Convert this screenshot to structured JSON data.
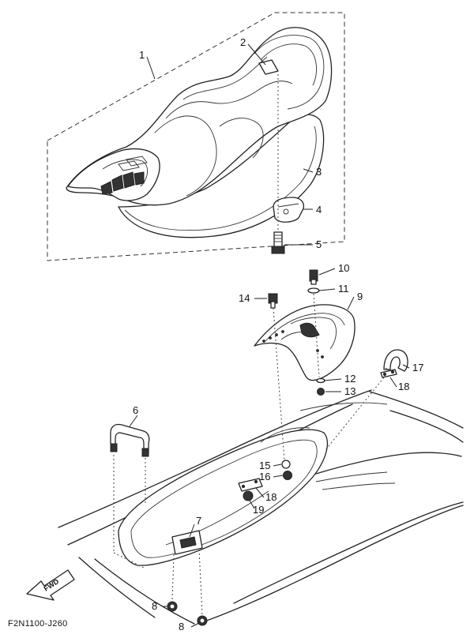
{
  "diagram": {
    "callouts": [
      {
        "id": "c1",
        "text": "1"
      },
      {
        "id": "c2",
        "text": "2"
      },
      {
        "id": "c3",
        "text": "3"
      },
      {
        "id": "c4",
        "text": "4"
      },
      {
        "id": "c5",
        "text": "5"
      },
      {
        "id": "c6",
        "text": "6"
      },
      {
        "id": "c7",
        "text": "7"
      },
      {
        "id": "c8a",
        "text": "8"
      },
      {
        "id": "c8b",
        "text": "8"
      },
      {
        "id": "c9",
        "text": "9"
      },
      {
        "id": "c10",
        "text": "10"
      },
      {
        "id": "c11",
        "text": "11"
      },
      {
        "id": "c12",
        "text": "12"
      },
      {
        "id": "c13",
        "text": "13"
      },
      {
        "id": "c14",
        "text": "14"
      },
      {
        "id": "c15",
        "text": "15"
      },
      {
        "id": "c16",
        "text": "16"
      },
      {
        "id": "c17",
        "text": "17"
      },
      {
        "id": "c18a",
        "text": "18"
      },
      {
        "id": "c18b",
        "text": "18"
      },
      {
        "id": "c19",
        "text": "19"
      }
    ],
    "fwd_label": "FWD",
    "reference_code": "F2N1100-J260"
  }
}
